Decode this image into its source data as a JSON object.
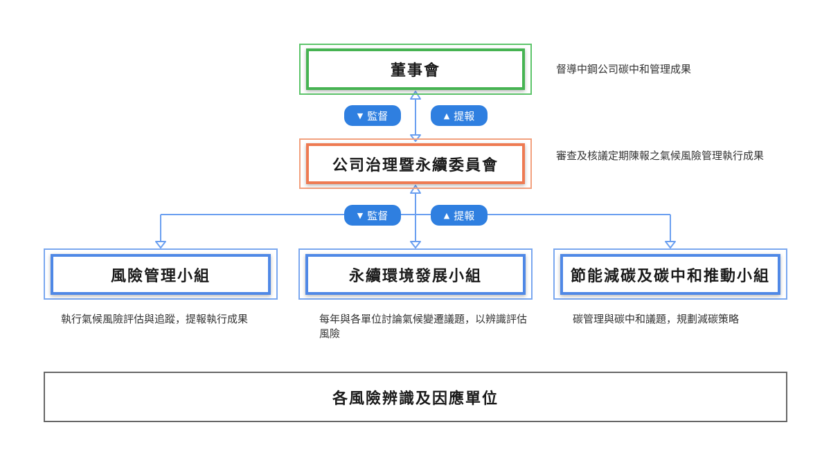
{
  "nodes": {
    "board": {
      "label": "董事會",
      "description": "督導中鋼公司碳中和管理成果"
    },
    "committee": {
      "label": "公司治理暨永續委員會",
      "description": "審查及核議定期陳報之氣候風險管理執行成果"
    },
    "risk_group": {
      "label": "風險管理小組",
      "description": "執行氣候風險評估與追蹤，提報執行成果"
    },
    "sustain_group": {
      "label": "永續環境發展小組",
      "description": "每年與各單位討論氣候變遷議題，以辨識評估風險"
    },
    "carbon_group": {
      "label": "節能減碳及碳中和推動小組",
      "description": "碳管理與碳中和議題，規劃減碳策略"
    },
    "units": {
      "label": "各風險辨識及因應單位"
    }
  },
  "edge_labels": {
    "supervise": "監督",
    "report": "提報",
    "down_icon": "triangle-down-icon",
    "up_icon": "triangle-up-icon"
  },
  "colors": {
    "board_border": "#46b352",
    "committee_border": "#ee7a52",
    "group_border": "#4f88e6",
    "connector": "#6a9ff0",
    "pill": "#2f7fe0"
  }
}
